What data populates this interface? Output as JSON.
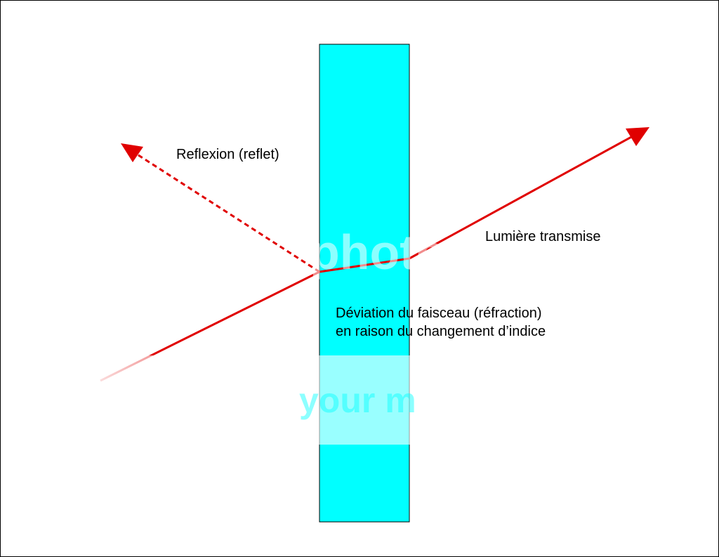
{
  "labels": {
    "reflection": "Reflexion (reflet)",
    "transmitted": "Lumière transmise",
    "deviation_line1": "Déviation du faisceau (réfraction)",
    "deviation_line2": "en raison du changement d’indice"
  },
  "watermark": {
    "top": "photo",
    "bottom": "your m"
  },
  "colors": {
    "medium": "#00ffff",
    "ray": "#e00000",
    "background": "#ffffff"
  }
}
